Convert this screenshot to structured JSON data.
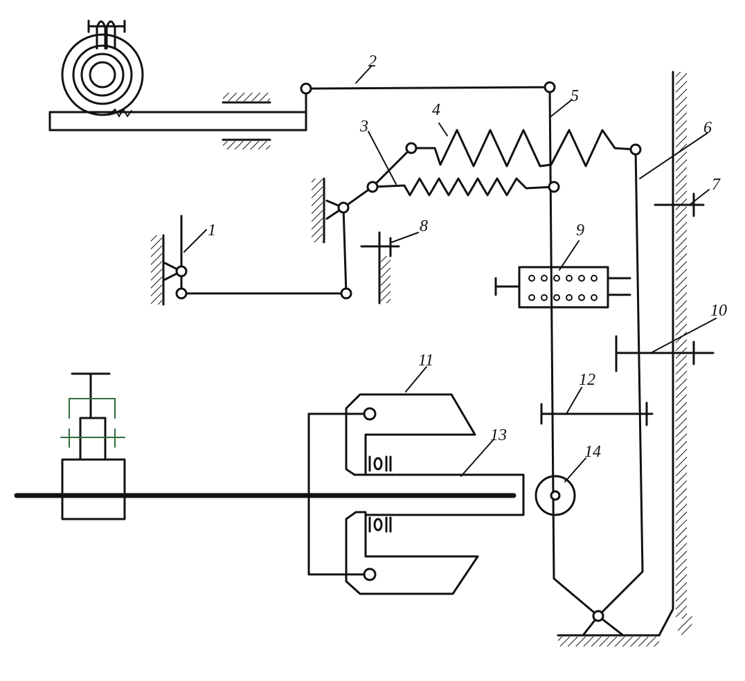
{
  "labels": {
    "l1": "1",
    "l2": "2",
    "l3": "3",
    "l4": "4",
    "l5": "5",
    "l6": "6",
    "l7": "7",
    "l8": "8",
    "l9": "9",
    "l10": "10",
    "l11": "11",
    "l12": "12",
    "l13": "13",
    "l14": "14"
  },
  "colors": {
    "ink": "#111111",
    "paper": "#ffffff",
    "accent_green": "#2f6b3a"
  }
}
